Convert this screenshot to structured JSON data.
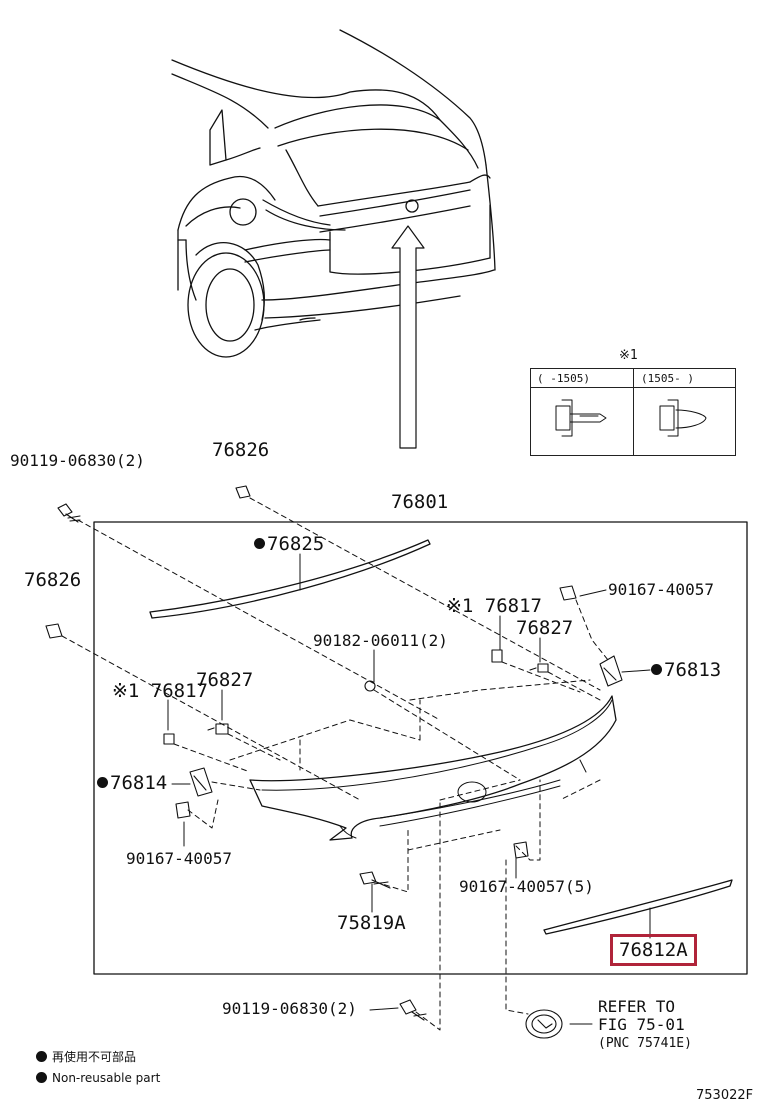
{
  "footnote_mark": "※1",
  "clip_table": {
    "col1": "(   -1505)",
    "col2": "(1505-    )"
  },
  "labels": {
    "bolt_left_top": "90119-06830(2)",
    "clip_top": "76826",
    "assembly": "76801",
    "clip_left": "76826",
    "molding_top": "76825",
    "clip_note_right": "※1 76817",
    "nut_right_top": "90167-40057",
    "screw_right": "76827",
    "bolt_center": "90182-06011(2)",
    "clip_note_left": "※1 76817",
    "screw_left": "76827",
    "bracket_right": "76813",
    "bracket_left": "76814",
    "nut_left": "90167-40057",
    "nut_bottom": "90167-40057(5)",
    "screw_bottom": "75819A",
    "highlighted_part": "76812A",
    "bolt_bottom": "90119-06830(2)",
    "refer_line1": "REFER TO",
    "refer_line2": "FIG 75-01",
    "refer_line3": "(PNC 75741E)"
  },
  "legend": {
    "jp": "再使用不可部品",
    "en": "Non-reusable part"
  },
  "figure_id": "753022F",
  "colors": {
    "highlight": "#b0243a",
    "ink": "#111111"
  }
}
